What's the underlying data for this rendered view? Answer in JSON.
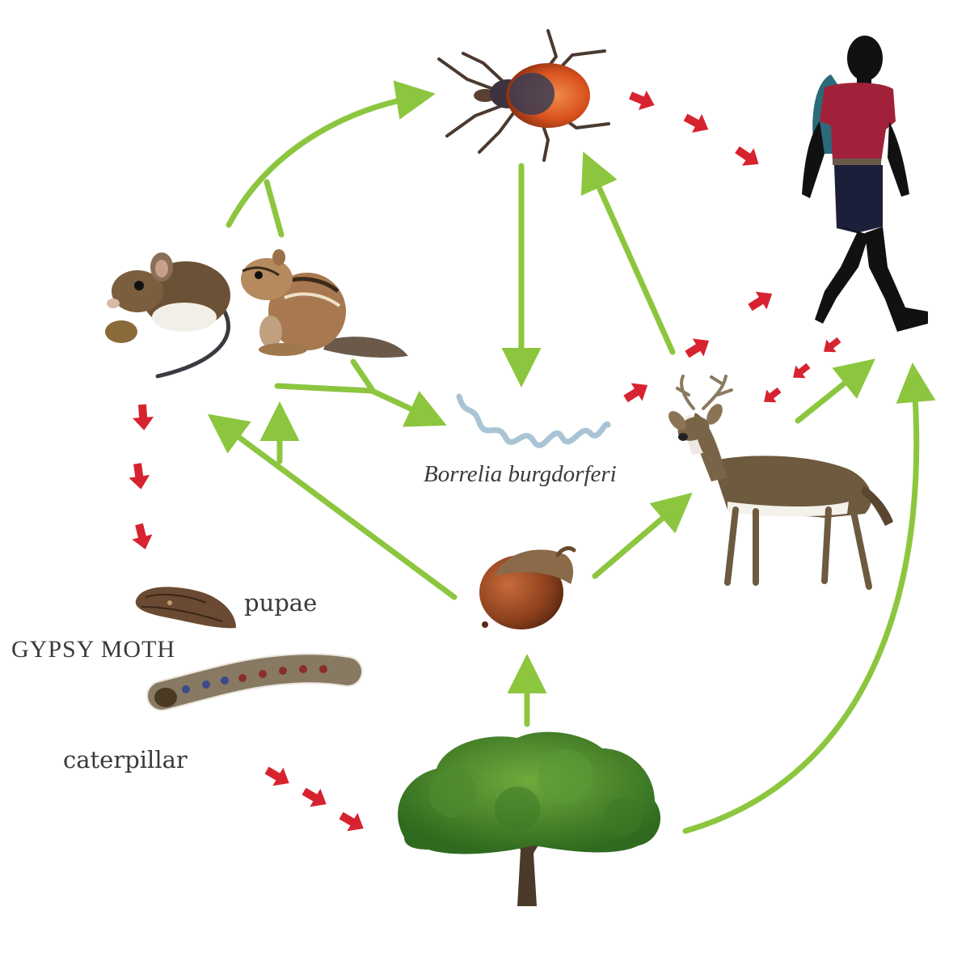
{
  "labels": {
    "pupae": "pupae",
    "gypsy_moth": "GYPSY MOTH",
    "caterpillar": "caterpillar",
    "borrelia": "Borrelia burgdorferi"
  },
  "colors": {
    "green_arrow": "#8cc63f",
    "red_arrow": "#d7232f",
    "background": "#ffffff"
  },
  "nodes": [
    {
      "id": "tick",
      "icon": "tick-icon"
    },
    {
      "id": "human",
      "icon": "hiker-silhouette-icon"
    },
    {
      "id": "mouse",
      "icon": "white-footed-mouse-icon"
    },
    {
      "id": "chipmunk",
      "icon": "chipmunk-icon"
    },
    {
      "id": "bacteria",
      "icon": "spirochete-icon"
    },
    {
      "id": "deer",
      "icon": "white-tailed-deer-icon"
    },
    {
      "id": "acorn",
      "icon": "acorn-icon"
    },
    {
      "id": "oak",
      "icon": "oak-tree-icon"
    },
    {
      "id": "pupa",
      "icon": "moth-pupa-icon"
    },
    {
      "id": "caterpillar",
      "icon": "caterpillar-icon"
    }
  ]
}
